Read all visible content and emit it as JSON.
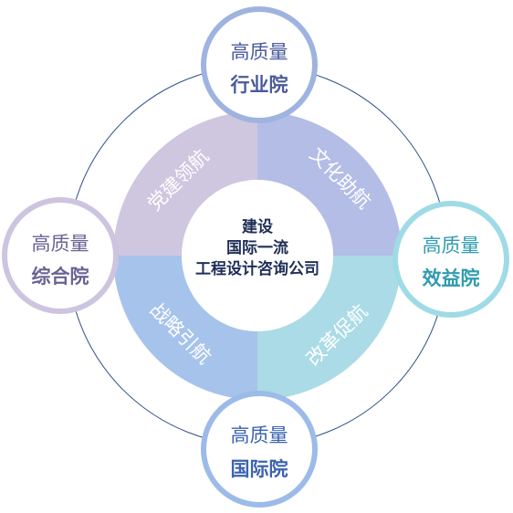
{
  "colors": {
    "quad_top_left": "#cfc6e0",
    "quad_top_right": "#b3bde6",
    "quad_bottom_left": "#a6c3eb",
    "quad_bottom_right": "#abdbe6",
    "outer_ring_line": "#2e4f8a",
    "node_top_ring": "#9fb3e0",
    "node_left_ring": "#cdc5df",
    "node_right_ring": "#9fdbe6",
    "node_bottom_ring": "#9cbbe8",
    "node_top_text": "#4a5a9b",
    "node_left_text": "#6a6393",
    "node_right_text": "#2f9bb0",
    "node_bottom_text": "#3b63b0"
  },
  "center": {
    "line1": "建设",
    "line2": "国际一流",
    "line3": "工程设计咨询公司"
  },
  "quadrants": {
    "top_left": "党建领航",
    "top_right": "文化助航",
    "bottom_left": "战略引航",
    "bottom_right": "改革促航"
  },
  "nodes": {
    "top": {
      "line1": "高质量",
      "line2": "行业院"
    },
    "left": {
      "line1": "高质量",
      "line2": "综合院"
    },
    "right": {
      "line1": "高质量",
      "line2": "效益院"
    },
    "bottom": {
      "line1": "高质量",
      "line2": "国际院"
    }
  }
}
